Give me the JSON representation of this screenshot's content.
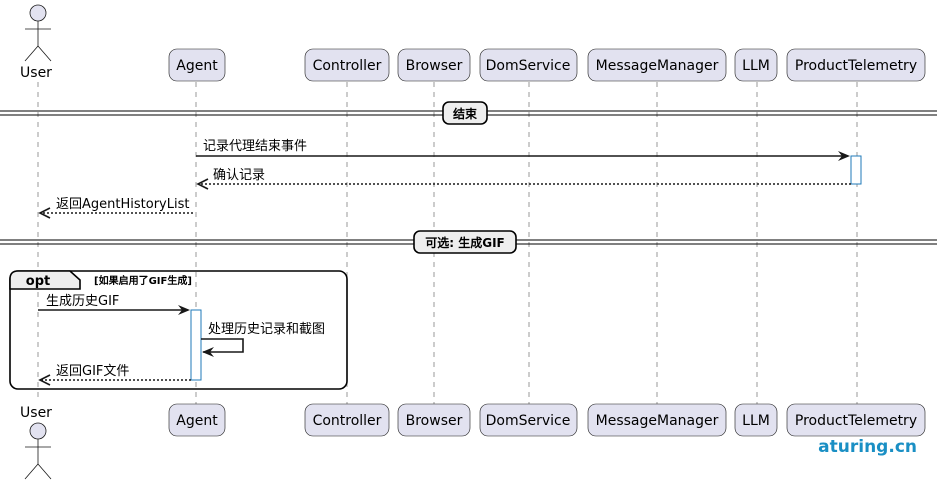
{
  "participants": [
    {
      "id": "user",
      "label": "User",
      "kind": "actor"
    },
    {
      "id": "agent",
      "label": "Agent",
      "kind": "box"
    },
    {
      "id": "controller",
      "label": "Controller",
      "kind": "box"
    },
    {
      "id": "browser",
      "label": "Browser",
      "kind": "box"
    },
    {
      "id": "domservice",
      "label": "DomService",
      "kind": "box"
    },
    {
      "id": "messagemanager",
      "label": "MessageManager",
      "kind": "box"
    },
    {
      "id": "llm",
      "label": "LLM",
      "kind": "box"
    },
    {
      "id": "producttelemetry",
      "label": "ProductTelemetry",
      "kind": "box"
    }
  ],
  "dividers": [
    {
      "id": "end",
      "label": "结束"
    },
    {
      "id": "optional-gif",
      "label": "可选: 生成GIF"
    }
  ],
  "messages": [
    {
      "id": "record-end-event",
      "from": "agent",
      "to": "producttelemetry",
      "label": "记录代理结束事件",
      "style": "solid"
    },
    {
      "id": "confirm-record",
      "from": "producttelemetry",
      "to": "agent",
      "label": "确认记录",
      "style": "dotted"
    },
    {
      "id": "return-history",
      "from": "agent",
      "to": "user",
      "label": "返回AgentHistoryList",
      "style": "dotted"
    },
    {
      "id": "generate-gif",
      "from": "user",
      "to": "agent",
      "label": "生成历史GIF",
      "style": "solid"
    },
    {
      "id": "process-history",
      "from": "agent",
      "to": "agent",
      "label": "处理历史记录和截图",
      "style": "solid"
    },
    {
      "id": "return-gif",
      "from": "agent",
      "to": "user",
      "label": "返回GIF文件",
      "style": "dotted"
    }
  ],
  "fragment": {
    "operator": "opt",
    "guard": "[如果启用了GIF生成]"
  },
  "watermark": "aturing.cn",
  "colors": {
    "participant_fill": "#e2e2f0",
    "activation_stroke": "#1f7ab8",
    "watermark": "#1a8fc4"
  }
}
